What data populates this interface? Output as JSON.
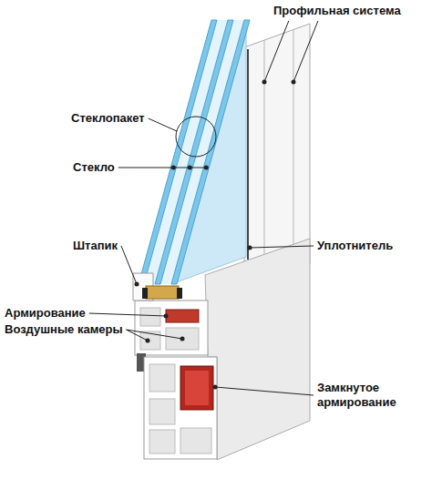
{
  "diagram": {
    "labels": [
      "Профильная система",
      "Стеклопакет",
      "Стекло",
      "Штапик",
      "Уплотнитель",
      "Армирование",
      "Воздушные камеры",
      "Замкнутое армирование"
    ]
  }
}
